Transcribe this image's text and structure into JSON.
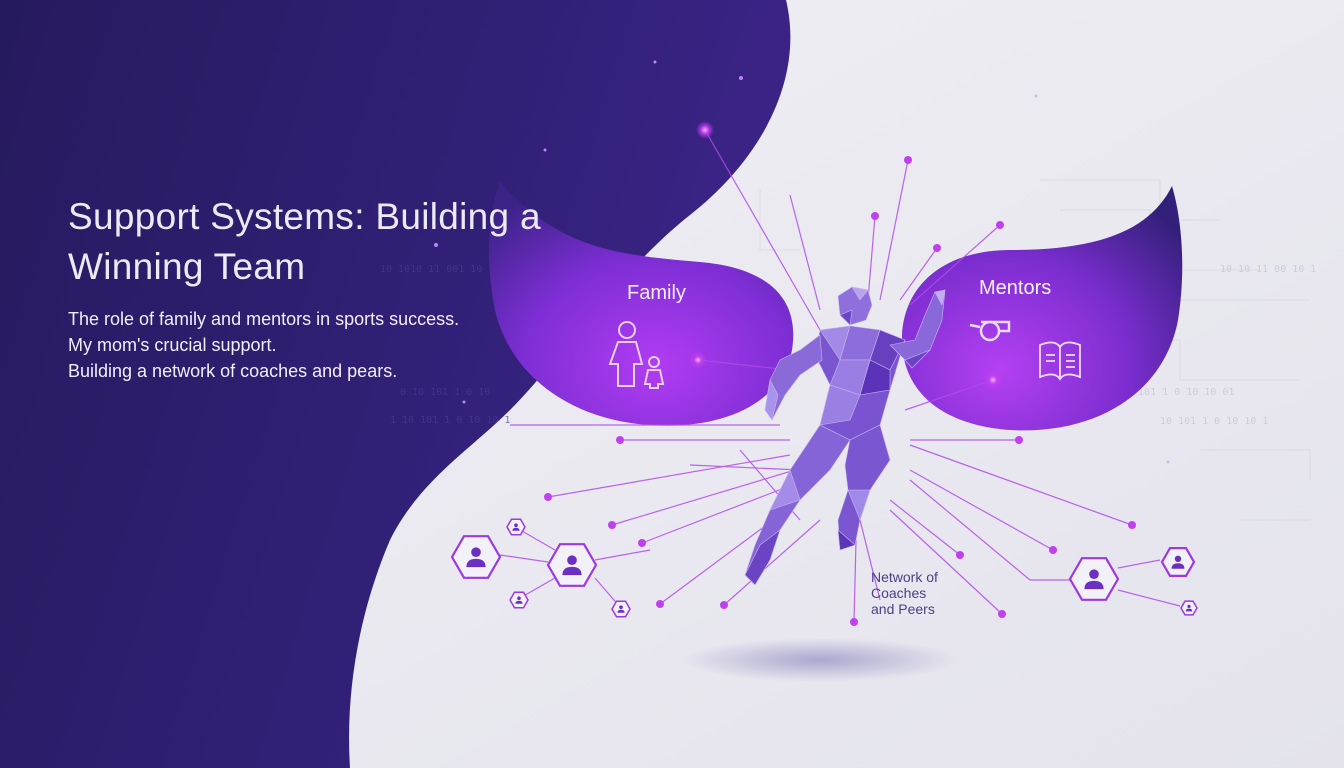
{
  "slide": {
    "title": "Support Systems: Building a Winning Team",
    "bullets": [
      "The role of family and mentors in sports success.",
      "My mom's crucial support.",
      "Building a network of coaches and pears."
    ]
  },
  "diagram": {
    "family_label": "Family",
    "mentors_label": "Mentors",
    "network_label_lines": [
      "Network of",
      "Coaches",
      "and Peers"
    ]
  },
  "icons": {
    "family": "mother-child-icon",
    "mentors": [
      "whistle-icon",
      "open-book-icon"
    ],
    "network": "person-hexagon-icon"
  },
  "colors": {
    "panel": "#2d1f6b",
    "accent": "#a83bf0",
    "background": "#e9e8ef",
    "node": "#c040f0"
  }
}
